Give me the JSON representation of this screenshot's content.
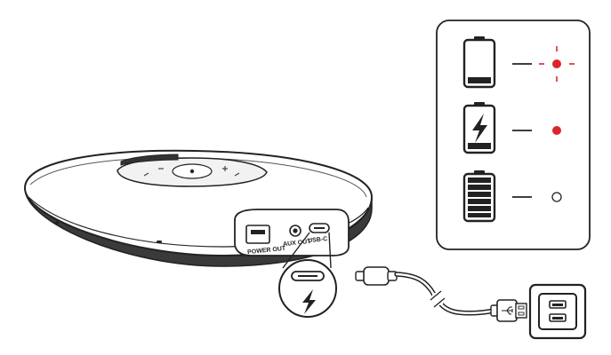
{
  "device": {
    "ports": {
      "power_out_label": "POWER OUT",
      "aux_out_label": "AUX OUT",
      "usb_c_label": "USB-C"
    }
  },
  "indicator_panel": {
    "states": [
      {
        "icon": "battery-low-icon",
        "led": "red-blinking"
      },
      {
        "icon": "battery-charging-icon",
        "led": "red-solid"
      },
      {
        "icon": "battery-full-icon",
        "led": "off"
      }
    ]
  },
  "colors": {
    "outline": "#222222",
    "led_red": "#d9262b",
    "device_body": "#ffffff",
    "device_dark": "#2a2a2a"
  }
}
